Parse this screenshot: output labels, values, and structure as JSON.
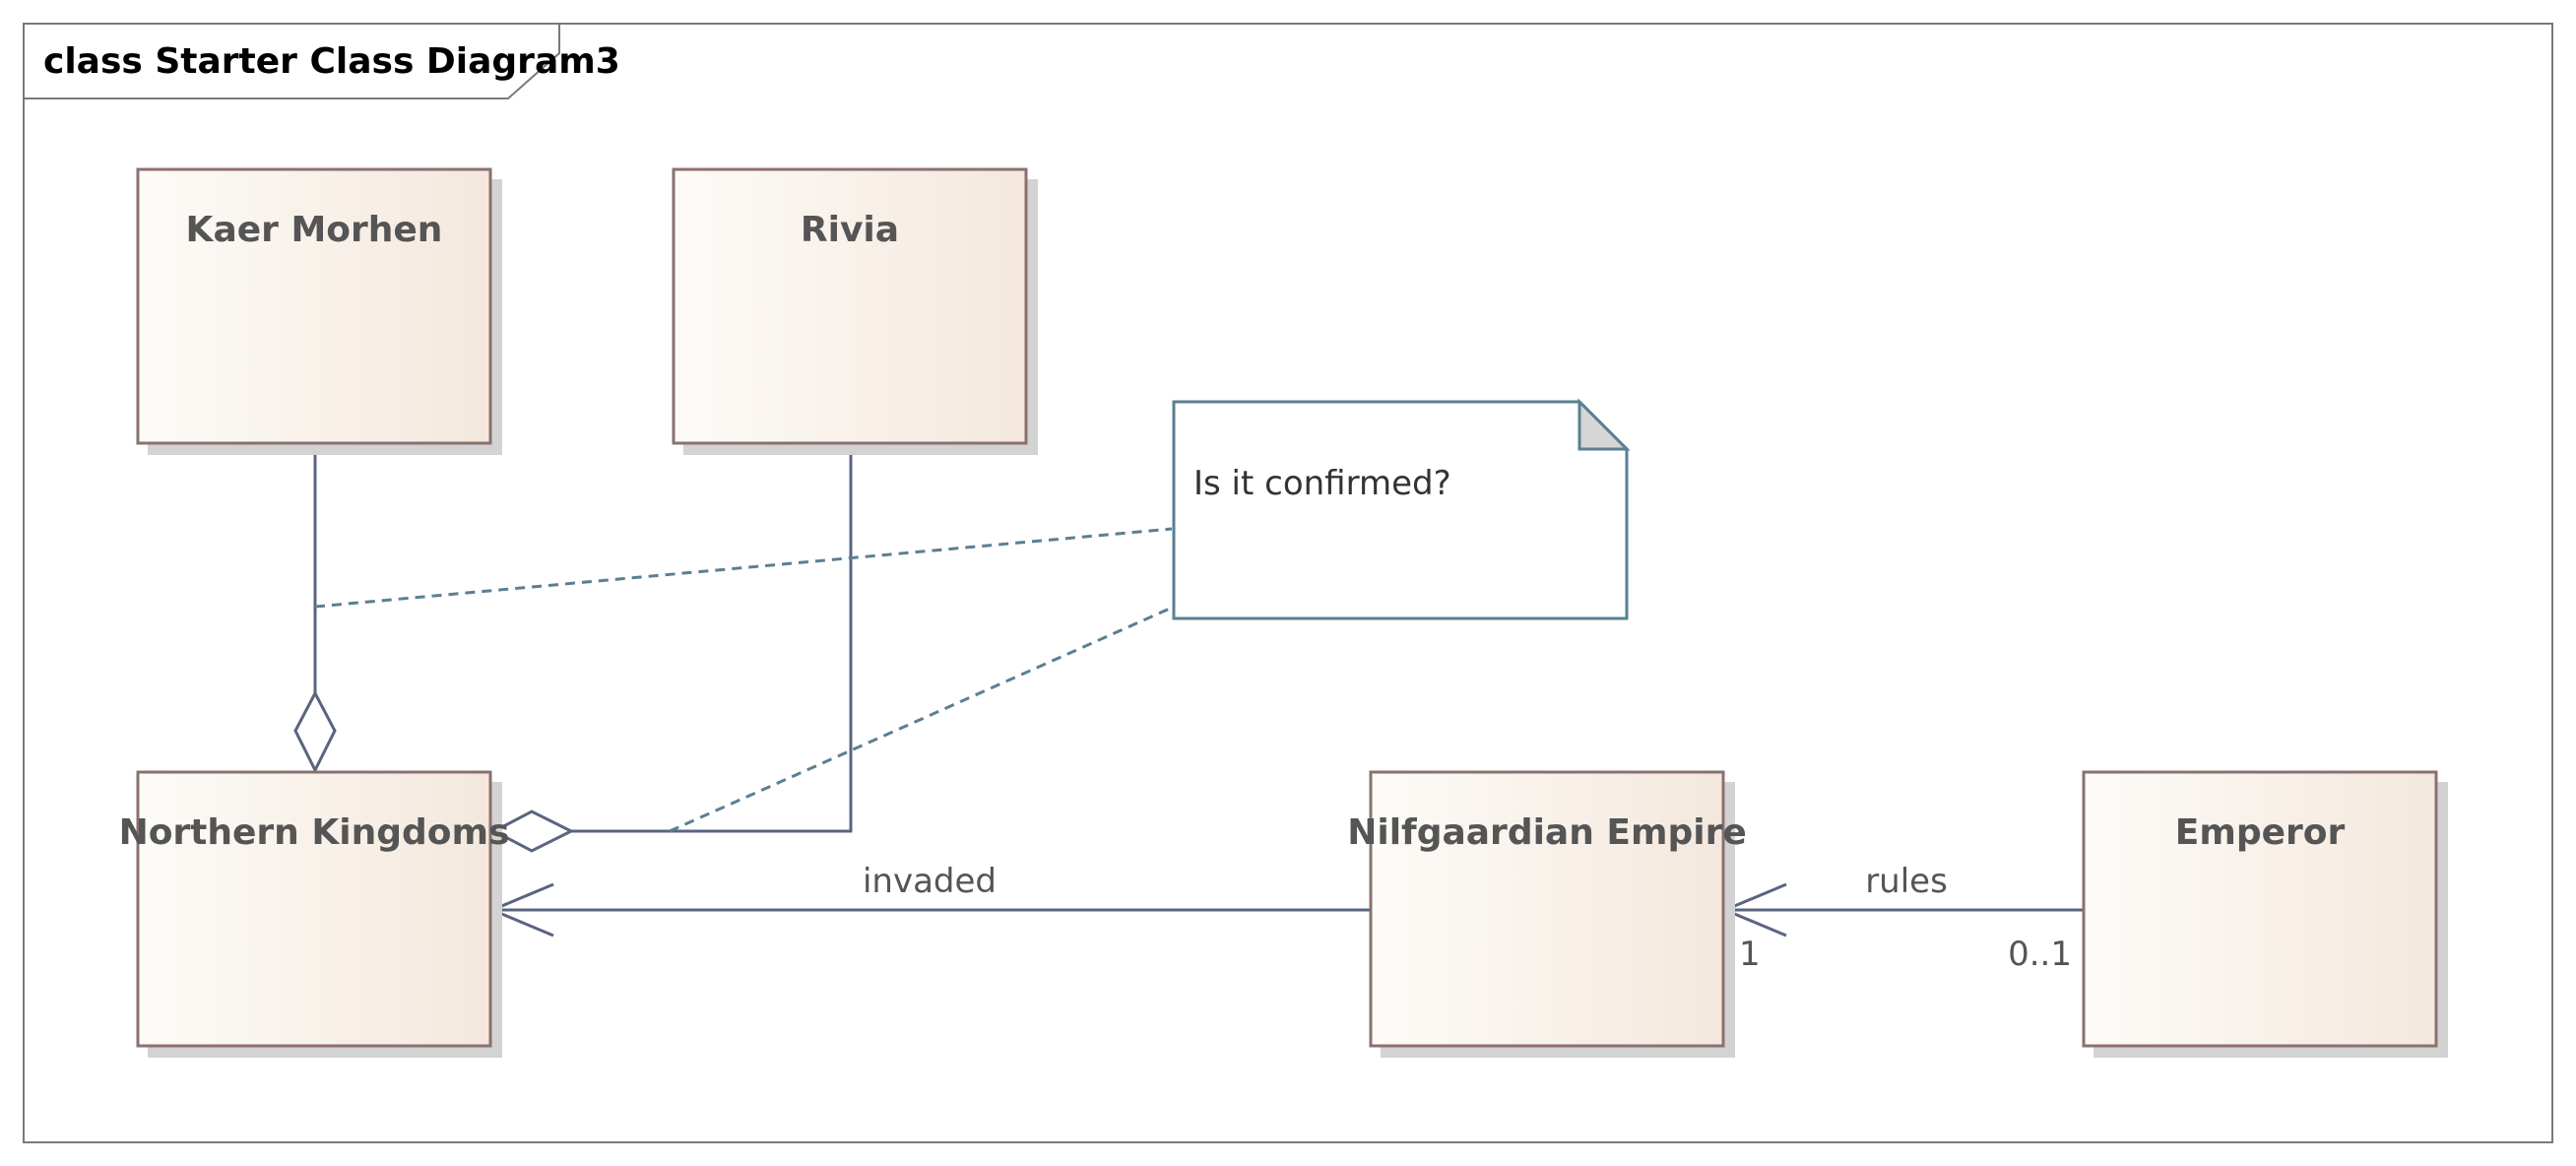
{
  "diagram": {
    "frame_title": "class Starter Class Diagram3",
    "classes": {
      "kaer_morhen": "Kaer Morhen",
      "rivia": "Rivia",
      "northern_kingdoms": "Northern Kingdoms",
      "nilfgaardian_empire": "Nilfgaardian Empire",
      "emperor": "Emperor"
    },
    "note": "Is it confirmed?",
    "associations": {
      "invaded": "invaded",
      "rules": "rules",
      "rules_mult_target": "1",
      "rules_mult_source": "0..1"
    },
    "colors": {
      "class_border": "#8b7070",
      "class_fill_light": "#fdfbf8",
      "class_fill_dark": "#f5e9df",
      "shadow": "#cfcfcf",
      "connector": "#5a6480",
      "note_border": "#5b7f92",
      "note_dashed": "#5b7f92"
    }
  }
}
